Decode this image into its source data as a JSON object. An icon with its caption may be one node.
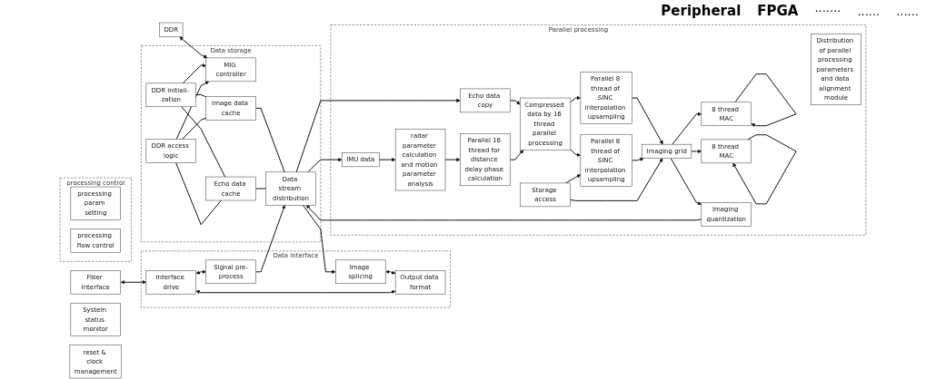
{
  "diagram": {
    "nodes": [
      {
        "text": [
          "Fiber Interface"
        ]
      },
      {
        "text": [
          "DDR"
        ]
      },
      {
        "text": [
          "Data interface"
        ]
      },
      {
        "text": [
          "Interface drive"
        ],
        "in": 2
      },
      {
        "text": [
          "Signal pre-process"
        ],
        "in": 2
      },
      {
        "text": [
          "Image splicing"
        ],
        "in": 2
      },
      {
        "text": [
          "Output data format"
        ],
        "in": 2
      },
      {
        "text": [
          "Data storage"
        ]
      },
      {
        "text": [
          "MIG controller"
        ],
        "in": 7
      },
      {
        "text": [
          "DDR initiali- zation"
        ],
        "in": 7
      },
      {
        "text": [
          "DDR access logic"
        ],
        "in": 7
      },
      {
        "text": [
          "Image data cache"
        ],
        "in": 7
      },
      {
        "text": [
          "Echo data cache"
        ],
        "in": 7
      },
      {
        "text": [
          "Data stream distribution"
        ],
        "in": 7
      },
      {
        "text": [
          "Parallel processing"
        ]
      },
      {
        "text": [
          "Echo data copy"
        ],
        "in": 14
      },
      {
        "text": [
          "Compressed data by 16 thread parallel processing"
        ],
        "in": 14
      },
      {
        "text": [
          "Parallel 8 thread of SINC interpolation upsampling"
        ],
        "in": 14
      },
      {
        "text": [
          "Parallel 8 thread of SINC interpolation upsampling"
        ],
        "in": 14
      },
      {
        "text": [
          "Storage access"
        ],
        "in": 14
      },
      {
        "text": [
          "Parallel 16 thread for distance delay phase calculation"
        ],
        "in": 14
      },
      {
        "text": [
          "IMU data"
        ],
        "in": 14
      },
      {
        "text": [
          "radar parameter calculation and motion parameter analysis"
        ],
        "in": 14
      },
      {
        "text": [
          "Imaging grid"
        ],
        "in": 14
      },
      {
        "text": [
          "8 thread MAC"
        ],
        "in": 14
      },
      {
        "text": [
          "8 thread MAC"
        ],
        "in": 14
      },
      {
        "text": [
          "Distribution of parallel processing parameters and data alignment module"
        ],
        "in": 14
      },
      {
        "text": [
          "Imaging quantization"
        ],
        "in": 14
      },
      {
        "text": [
          "processing control"
        ]
      },
      {
        "text": [
          "processing param setting"
        ],
        "in": 28
      },
      {
        "text": [
          "processing flow control"
        ],
        "in": 28
      },
      {
        "text": [
          "System status monitor"
        ]
      },
      {
        "text": [
          "reset & clock management"
        ]
      }
    ],
    "edges": [
      {
        "from": 0,
        "to": 3,
        "arrow": "both"
      },
      {
        "from": 1,
        "to": 8,
        "arrow": "both"
      },
      {
        "from": 3,
        "to": 4,
        "arrow": "both"
      },
      {
        "from": 5,
        "to": 6,
        "arrow": "both"
      },
      {
        "from": 6,
        "to": 3,
        "arrow": "both"
      },
      {
        "from": 4,
        "to": 13,
        "arrow": "to"
      },
      {
        "from": 13,
        "to": 5,
        "arrow": "to"
      },
      {
        "from": 9,
        "to": 8,
        "arrow": "to"
      },
      {
        "from": 10,
        "to": 8,
        "arrow": "to"
      },
      {
        "from": 9,
        "to": 11,
        "arrow": "none"
      },
      {
        "from": 9,
        "to": 12,
        "arrow": "none"
      },
      {
        "from": 10,
        "to": 11,
        "arrow": "none"
      },
      {
        "from": 10,
        "to": 12,
        "arrow": "none"
      },
      {
        "from": 11,
        "to": 13,
        "arrow": "none"
      },
      {
        "from": 12,
        "to": 13,
        "arrow": "none"
      },
      {
        "from": 13,
        "to": 15,
        "arrow": "to"
      },
      {
        "from": 13,
        "to": 21,
        "arrow": "to"
      },
      {
        "from": 27,
        "to": 13,
        "arrow": "to"
      },
      {
        "from": 15,
        "to": 16,
        "arrow": "to"
      },
      {
        "from": 16,
        "to": 17,
        "arrow": "to"
      },
      {
        "from": 16,
        "to": 18,
        "arrow": "to"
      },
      {
        "from": 17,
        "to": 23,
        "arrow": "to"
      },
      {
        "from": 18,
        "to": 23,
        "arrow": "to"
      },
      {
        "from": 19,
        "to": 18,
        "arrow": "to"
      },
      {
        "from": 19,
        "to": 23,
        "arrow": "to"
      },
      {
        "from": 20,
        "to": 16,
        "arrow": "to"
      },
      {
        "from": 22,
        "to": 20,
        "arrow": "to"
      },
      {
        "from": 21,
        "to": 22,
        "arrow": "to"
      },
      {
        "from": 24,
        "to": 24,
        "arrow": "to"
      },
      {
        "from": 25,
        "to": 25,
        "arrow": "to"
      },
      {
        "from": 23,
        "to": 24,
        "arrow": "to"
      },
      {
        "from": 23,
        "to": 25,
        "arrow": "to"
      },
      {
        "from": 23,
        "to": 27,
        "arrow": "to"
      }
    ],
    "labels": [
      "Peripheral",
      "FPGA",
      "·······",
      "......",
      "......"
    ]
  }
}
